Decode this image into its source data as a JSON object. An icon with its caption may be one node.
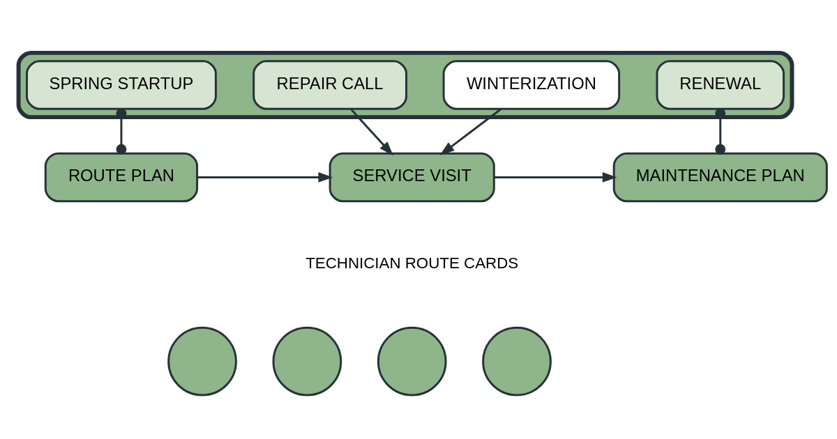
{
  "diagram": {
    "nodes": [
      {
        "text": [],
        "shape": "box"
      },
      {
        "text": [
          "SPRING STARTUP"
        ],
        "in": 0
      },
      {
        "text": [
          "REPAIR CALL"
        ],
        "in": 0
      },
      {
        "text": [
          "WINTERIZATION"
        ],
        "in": 0
      },
      {
        "text": [
          "RENEWAL"
        ],
        "in": 0
      },
      {
        "text": [
          "ROUTE PLAN"
        ]
      },
      {
        "text": [
          "SERVICE VISIT"
        ]
      },
      {
        "text": [
          "MAINTENANCE PLAN"
        ]
      },
      {
        "text": [],
        "shape": "circle"
      },
      {
        "text": [],
        "shape": "circle"
      },
      {
        "text": [],
        "shape": "circle"
      },
      {
        "text": [],
        "shape": "circle"
      }
    ],
    "edges": [
      {
        "from": 1,
        "to": 5,
        "arrow": "other"
      },
      {
        "from": 2,
        "to": 6,
        "arrow": "to"
      },
      {
        "from": 3,
        "to": 6,
        "arrow": "to"
      },
      {
        "from": 4,
        "to": 7,
        "arrow": "other"
      },
      {
        "from": 5,
        "to": 6,
        "arrow": "to"
      },
      {
        "from": 6,
        "to": 7,
        "arrow": "to"
      }
    ],
    "labels": [
      "TECHNICIAN ROUTE CARDS"
    ]
  }
}
